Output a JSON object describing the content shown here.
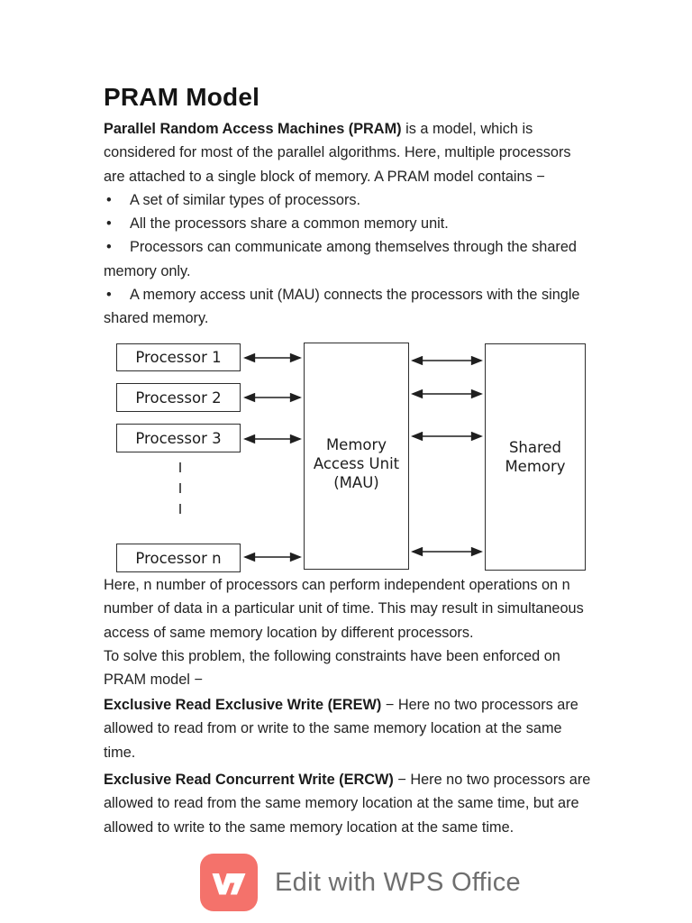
{
  "page": {
    "title": "PRAM Model"
  },
  "body": {
    "bullet_glyph": "•",
    "flow1": [
      {
        "b": "Parallel Random Access Machines (PRAM)",
        "t": " is a model, which is"
      },
      {
        "t": "considered for most of the parallel algorithms. Here, multiple processors"
      },
      {
        "t": "are attached to a single block of memory. A PRAM model contains −"
      },
      {
        "marker": true,
        "t": "A set of similar types of processors."
      },
      {
        "marker": true,
        "t": "All the processors share a common memory unit."
      },
      {
        "marker": true,
        "t": "Processors can communicate among themselves through the shared"
      },
      {
        "t": "memory only."
      },
      {
        "marker": true,
        "t": "A memory access unit (MAU) connects the processors with the single"
      },
      {
        "t": "shared memory."
      }
    ],
    "flow2": [
      {
        "t": "Here, n number of processors can perform independent operations on n"
      },
      {
        "t": "number of data in a particular unit of time. This may result in simultaneous"
      },
      {
        "t": "access of same memory location by different processors."
      },
      {
        "t": "To solve this problem, the following constraints have been enforced on"
      },
      {
        "t": "PRAM model −"
      }
    ],
    "flow3": [
      {
        "b": "Exclusive Read Exclusive Write (EREW)",
        "t": " − Here no two processors are"
      },
      {
        "t": "allowed to read from or write to the same memory location at the same"
      },
      {
        "t": "time."
      }
    ],
    "flow4": [
      {
        "b": "Exclusive Read Concurrent Write (ERCW)",
        "t": " − Here no two processors are"
      },
      {
        "t": "allowed to read from the same memory location at the same time, but are"
      },
      {
        "t": "allowed to write to the same memory location at the same time."
      }
    ]
  },
  "diagram": {
    "processors": [
      {
        "label": "Processor 1"
      },
      {
        "label": "Processor 2"
      },
      {
        "label": "Processor 3"
      },
      {
        "label": "Processor n"
      }
    ],
    "mau": {
      "line1": "Memory",
      "line2": "Access Unit",
      "line3": "(MAU)"
    },
    "shared": {
      "line1": "Shared",
      "line2": "Memory"
    },
    "stroke_color": "#1f1f1f"
  },
  "footer": {
    "text": "Edit with WPS Office",
    "logo_color": "#F4726B",
    "text_color": "#6f6f6f"
  }
}
